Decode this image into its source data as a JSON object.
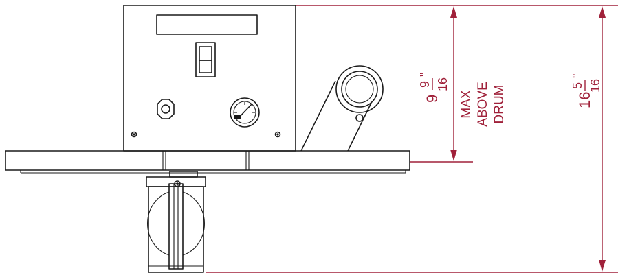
{
  "dimensions": {
    "above_drum": {
      "whole": "9",
      "numerator": "9",
      "denominator": "16",
      "unit_mark": "\"",
      "note_lines": [
        "MAX",
        "ABOVE",
        "DRUM"
      ]
    },
    "overall": {
      "whole": "16",
      "numerator": "5",
      "denominator": "16",
      "unit_mark": "\""
    }
  },
  "colors": {
    "dimension": "#a0213a",
    "linework": "#1a1a1a"
  }
}
